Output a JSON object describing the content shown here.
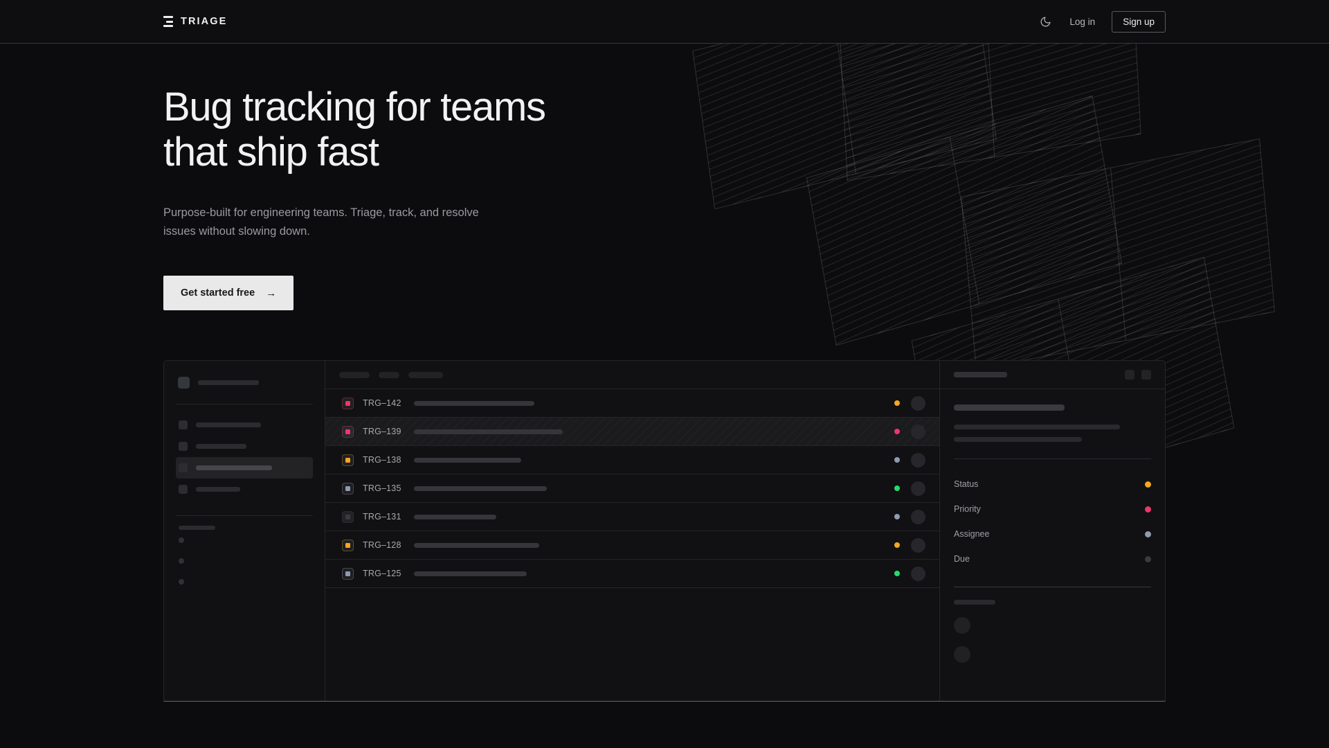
{
  "header": {
    "brand": "TRIAGE",
    "brand_icon": "stacked-bars-logo-icon",
    "theme_toggle_icon": "moon-icon",
    "login_label": "Log in",
    "signup_label": "Sign up"
  },
  "hero": {
    "heading_line1": "Bug tracking for teams",
    "heading_line2": "that ship fast",
    "subheading": "Purpose-built for engineering teams. Triage, track, and resolve issues without slowing down.",
    "cta_label": "Get started free",
    "cta_arrow": "→"
  },
  "colors": {
    "page_bg": "#0c0c0e",
    "header_bg": "#0e0e10",
    "panel_bg": "#111113",
    "border": "#252528",
    "text_primary": "#f2f2f2",
    "text_muted": "#9a9aa0",
    "accent_button": "#e9e9e9",
    "status_orange": "#f5a623",
    "status_pink": "#f0356b",
    "status_green": "#22dd70",
    "status_slate": "#8f9bb0",
    "status_grey": "#3a3a3f"
  },
  "mockup": {
    "sidebar": {
      "nav_items": [
        {
          "id": "nav-1",
          "width": 94,
          "active": false
        },
        {
          "id": "nav-2",
          "width": 73,
          "active": false
        },
        {
          "id": "nav-3",
          "width": 110,
          "active": true
        },
        {
          "id": "nav-4",
          "width": 64,
          "active": false
        }
      ],
      "section_label_width": 53,
      "mini_items": 3
    },
    "toolbar_chips": [
      44,
      30,
      50
    ],
    "rows": [
      {
        "id": "TRG–142",
        "chip_color": "#f0356b",
        "title_width": 174,
        "status_color": "#f5a623",
        "selected": false
      },
      {
        "id": "TRG–139",
        "chip_color": "#f0356b",
        "title_width": 215,
        "status_color": "#f0356b",
        "selected": true
      },
      {
        "id": "TRG–138",
        "chip_color": "#f5a623",
        "title_width": 155,
        "status_color": "#8f9bb0",
        "selected": false
      },
      {
        "id": "TRG–135",
        "chip_color": "#8f9bb0",
        "title_width": 192,
        "status_color": "#22dd70",
        "selected": false
      },
      {
        "id": "TRG–131",
        "chip_color": "#3a3a3f",
        "title_width": 119,
        "status_color": "#8f9bb0",
        "selected": false
      },
      {
        "id": "TRG–128",
        "chip_color": "#f5a623",
        "title_width": 181,
        "status_color": "#f5a623",
        "selected": false
      },
      {
        "id": "TRG–125",
        "chip_color": "#8f9bb0",
        "title_width": 163,
        "status_color": "#22dd70",
        "selected": false
      }
    ],
    "detail": {
      "action_icons": [
        "link-icon",
        "more-icon"
      ],
      "body_lines": [
        240,
        185
      ],
      "meta": [
        {
          "label": "Status",
          "dot_color": "#f5a623"
        },
        {
          "label": "Priority",
          "dot_color": "#f0356b"
        },
        {
          "label": "Assignee",
          "dot_color": "#8f9bb0"
        },
        {
          "label": "Due",
          "dot_color": "#3a3a3f"
        }
      ],
      "comment_count": 2
    }
  }
}
